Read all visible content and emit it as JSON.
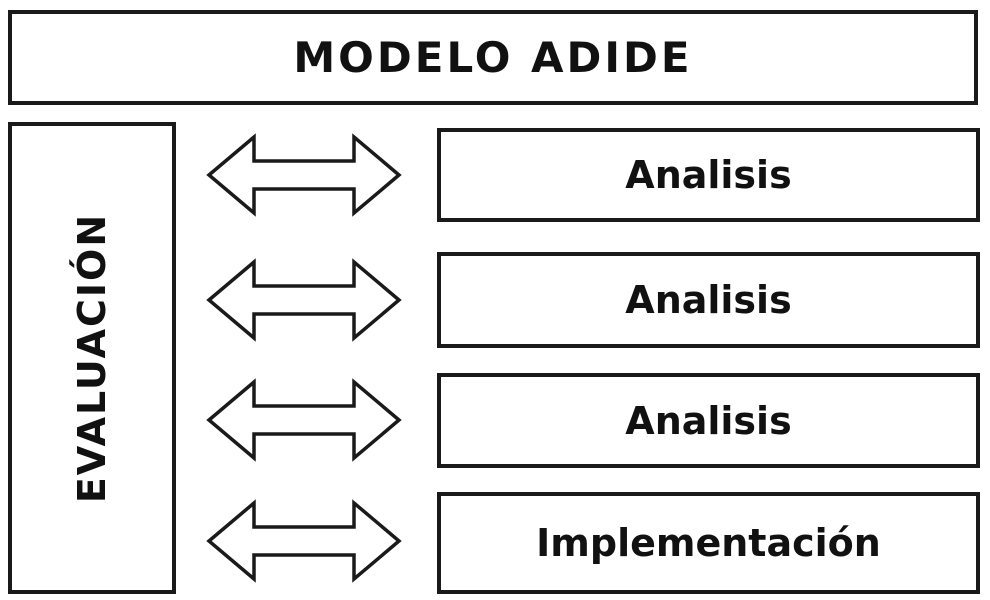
{
  "title": "MODELO ADIDE",
  "left_column": {
    "label": "EVALUACIÓN"
  },
  "stages": [
    {
      "label": "Analisis"
    },
    {
      "label": "Analisis"
    },
    {
      "label": "Analisis"
    },
    {
      "label": "Implementación"
    }
  ],
  "icons": {
    "row_connector": "double-headed-horizontal-arrow"
  },
  "colors": {
    "border": "#1a1a1a",
    "background": "#ffffff",
    "text": "#111111"
  }
}
